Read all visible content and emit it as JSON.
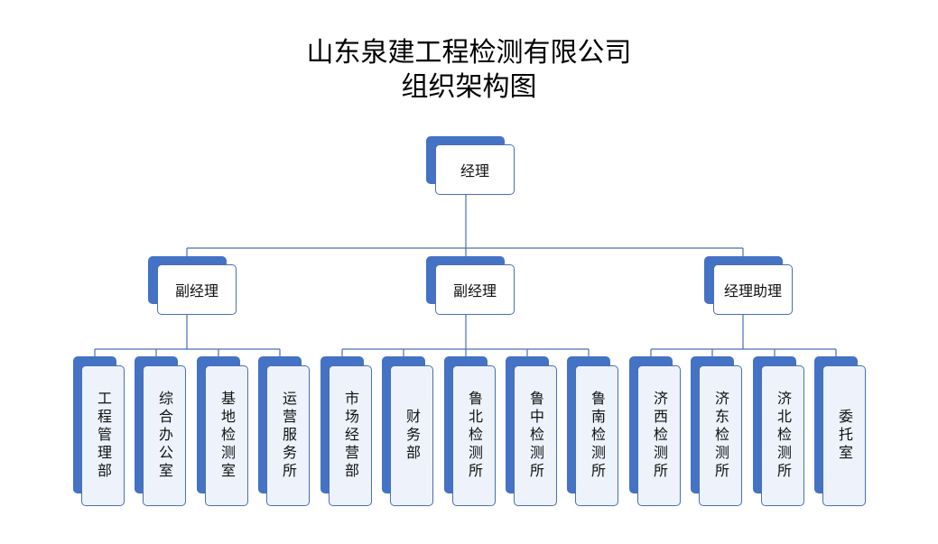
{
  "title": {
    "line1": "山东泉建工程检测有限公司",
    "line2": "组织架构图"
  },
  "root": {
    "label": "经理"
  },
  "level2": [
    {
      "label": "副经理",
      "children": [
        "工程管理部",
        "综合办公室",
        "基地检测室",
        "运营服务所"
      ]
    },
    {
      "label": "副经理",
      "children": [
        "市场经营部",
        "财务部",
        "鲁北检测所",
        "鲁中检测所",
        "鲁南检测所"
      ]
    },
    {
      "label": "经理助理",
      "children": [
        "济西检测所",
        "济东检测所",
        "济北检测所",
        "委托室"
      ]
    }
  ],
  "colors": {
    "accent": "#4472c4",
    "line": "#4a6fb0",
    "leaf_fill": "#edf2fb"
  }
}
